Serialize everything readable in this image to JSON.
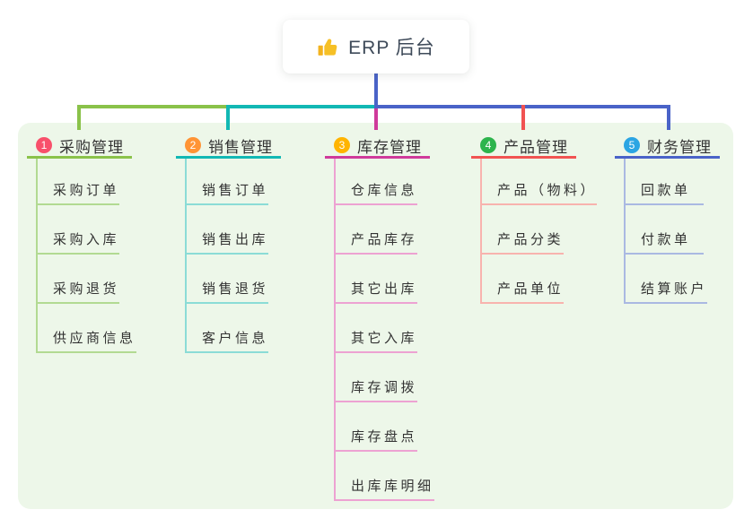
{
  "root": {
    "label": "ERP 后台",
    "icon": "thumbs-up-icon",
    "icon_color": "#f6c026"
  },
  "branches": [
    {
      "index": "1",
      "title": "采购管理",
      "badge_color": "#f8506b",
      "line_color": "#8ac24a",
      "light_color": "#b2da92",
      "items": [
        "采购订单",
        "采购入库",
        "采购退货",
        "供应商信息"
      ]
    },
    {
      "index": "2",
      "title": "销售管理",
      "badge_color": "#ff9435",
      "line_color": "#12b8b4",
      "light_color": "#8bdcd6",
      "items": [
        "销售订单",
        "销售出库",
        "销售退货",
        "客户信息"
      ]
    },
    {
      "index": "3",
      "title": "库存管理",
      "badge_color": "#ffb400",
      "line_color": "#cf3a9b",
      "light_color": "#eda2d2",
      "items": [
        "仓库信息",
        "产品库存",
        "其它出库",
        "其它入库",
        "库存调拨",
        "库存盘点",
        "出库库明细"
      ]
    },
    {
      "index": "4",
      "title": "产品管理",
      "badge_color": "#2db44c",
      "line_color": "#f15352",
      "light_color": "#f8b3ae",
      "items": [
        "产品（物料）",
        "产品分类",
        "产品单位"
      ]
    },
    {
      "index": "5",
      "title": "财务管理",
      "badge_color": "#2ba5e3",
      "line_color": "#4a63c8",
      "light_color": "#aab9e2",
      "items": [
        "回款单",
        "付款单",
        "结算账户"
      ]
    }
  ],
  "colors": {
    "panel_background": "#edf7e9",
    "canvas_background": "#ffffff",
    "text": "#333333",
    "root_text": "#3e4a59"
  }
}
